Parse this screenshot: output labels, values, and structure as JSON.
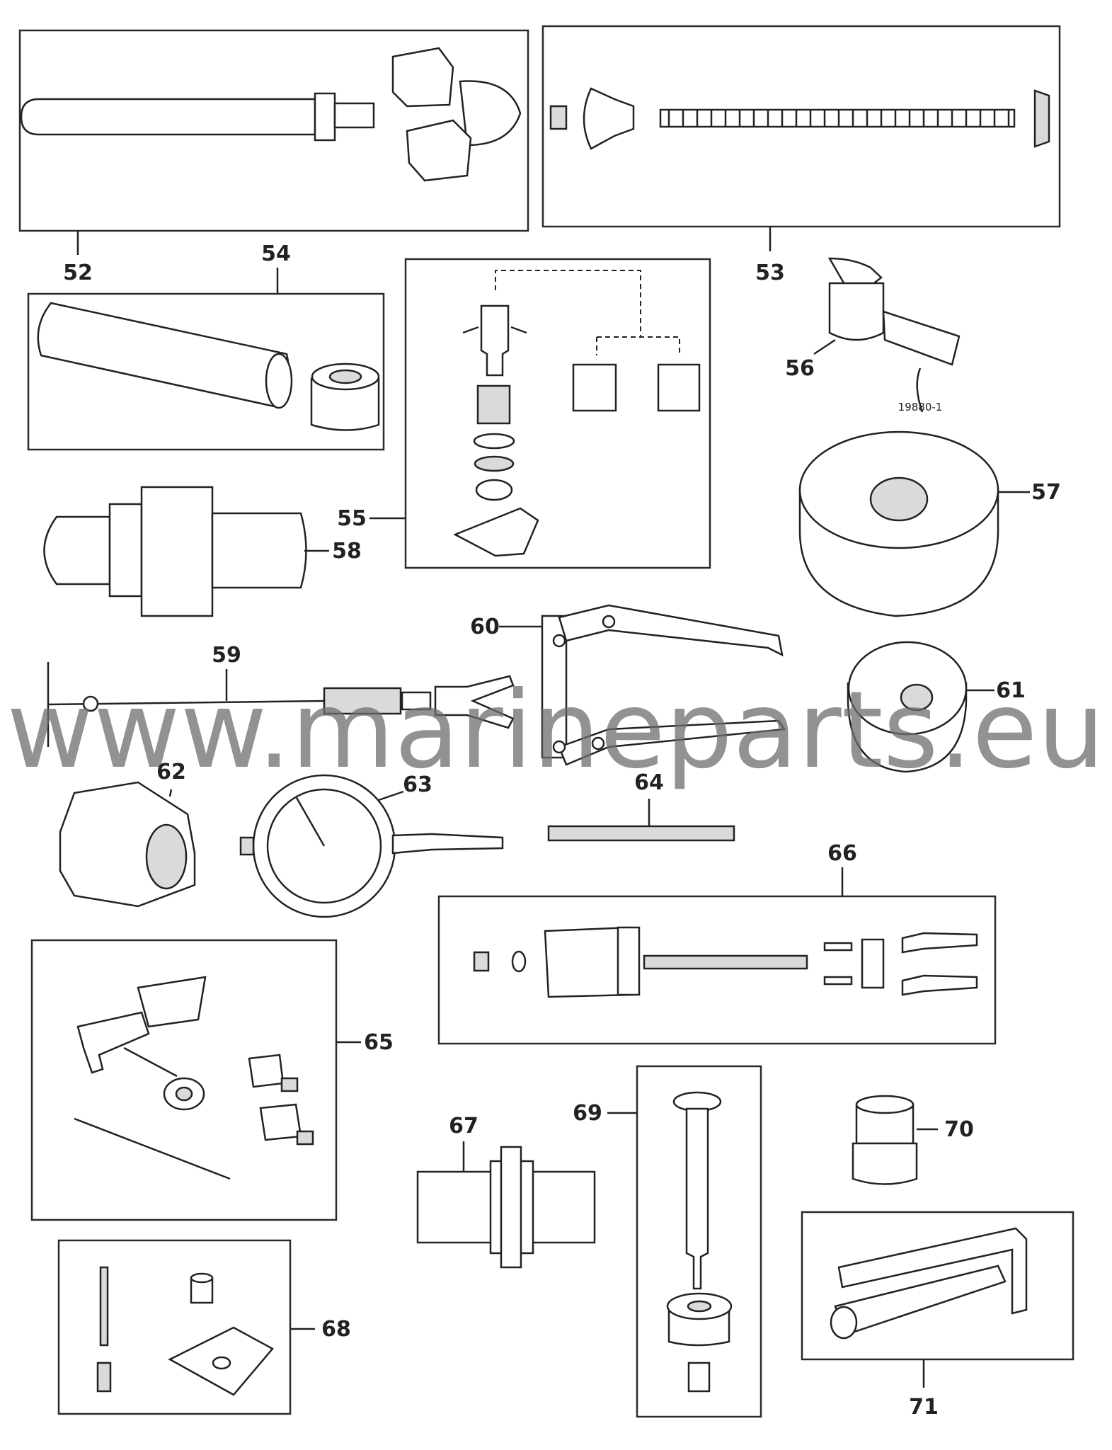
{
  "callouts": {
    "c52": "52",
    "c53": "53",
    "c54": "54",
    "c55": "55",
    "c56": "56",
    "c57": "57",
    "c58": "58",
    "c59": "59",
    "c60": "60",
    "c61": "61",
    "c62": "62",
    "c63": "63",
    "c64": "64",
    "c65": "65",
    "c66": "66",
    "c67": "67",
    "c68": "68",
    "c69": "69",
    "c70": "70",
    "c71": "71"
  },
  "figure_code": "19880-1",
  "watermark": "www.marineparts.eu"
}
